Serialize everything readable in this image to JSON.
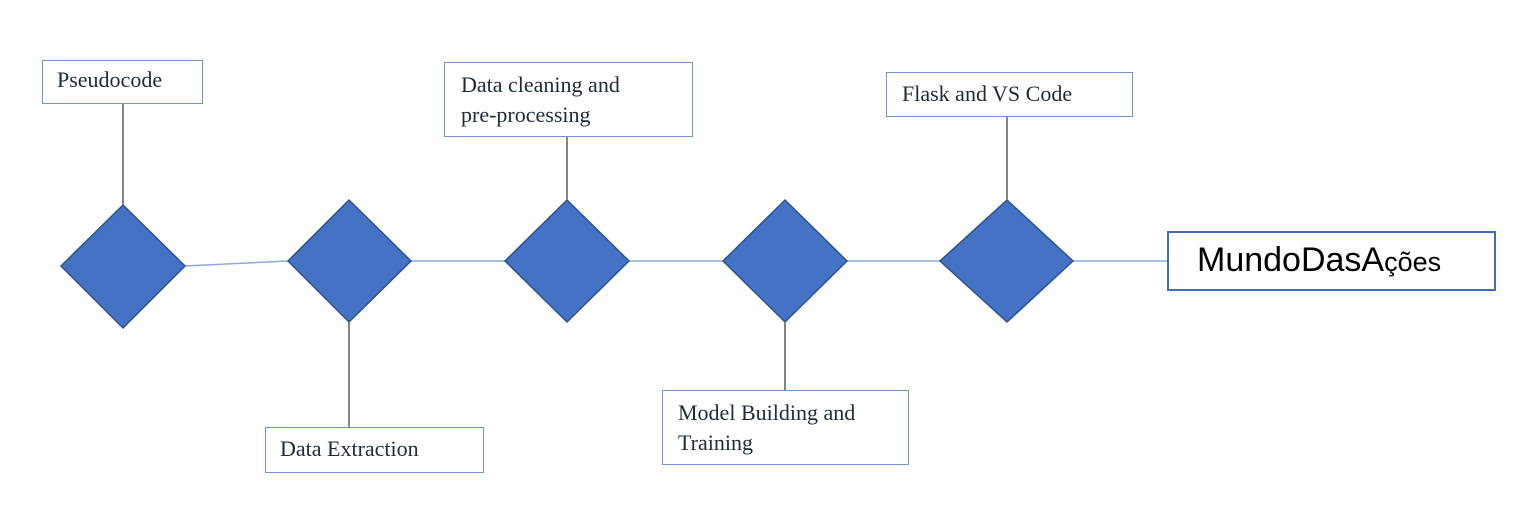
{
  "diagram": {
    "steps": [
      {
        "id": "pseudocode",
        "label_lines": [
          "Pseudocode"
        ]
      },
      {
        "id": "data-extraction",
        "label_lines": [
          "Data Extraction"
        ]
      },
      {
        "id": "data-cleaning",
        "label_lines": [
          "Data cleaning and",
          "pre-processing"
        ]
      },
      {
        "id": "model-building",
        "label_lines": [
          "Model Building and",
          "Training"
        ]
      },
      {
        "id": "flask-vscode",
        "label_lines": [
          "Flask and VS Code"
        ]
      }
    ],
    "end_node": {
      "label_main": "MundoDasA",
      "label_suffix": "ções"
    }
  },
  "colors": {
    "diamond_fill": "#4472c4",
    "diamond_stroke": "#2f528f",
    "connector": "#8eaadb",
    "stem": "#333333",
    "box_border": "#6f94cf",
    "end_box_border": "#3f6cc0"
  }
}
